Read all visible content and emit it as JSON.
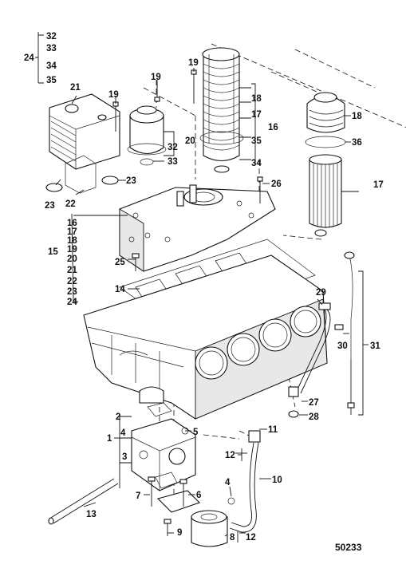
{
  "diagram": {
    "reference_number": "50233",
    "callouts": [
      {
        "id": "c24",
        "text": "24"
      },
      {
        "id": "c32a",
        "text": "32"
      },
      {
        "id": "c33a",
        "text": "33"
      },
      {
        "id": "c34a",
        "text": "34"
      },
      {
        "id": "c35a",
        "text": "35"
      },
      {
        "id": "c21",
        "text": "21"
      },
      {
        "id": "c19a",
        "text": "19"
      },
      {
        "id": "c19b",
        "text": "19"
      },
      {
        "id": "c19c",
        "text": "19"
      },
      {
        "id": "c18a",
        "text": "18"
      },
      {
        "id": "c17a",
        "text": "17"
      },
      {
        "id": "c16a",
        "text": "16"
      },
      {
        "id": "c35b",
        "text": "35"
      },
      {
        "id": "c34b",
        "text": "34"
      },
      {
        "id": "c18b",
        "text": "18"
      },
      {
        "id": "c36",
        "text": "36"
      },
      {
        "id": "c17b",
        "text": "17"
      },
      {
        "id": "c20",
        "text": "20"
      },
      {
        "id": "c32b",
        "text": "32"
      },
      {
        "id": "c33b",
        "text": "33"
      },
      {
        "id": "c23a",
        "text": "23"
      },
      {
        "id": "c23b",
        "text": "23"
      },
      {
        "id": "c22",
        "text": "22"
      },
      {
        "id": "c26",
        "text": "26"
      },
      {
        "id": "c15",
        "text": "15"
      },
      {
        "id": "l16",
        "text": "16"
      },
      {
        "id": "l17",
        "text": "17"
      },
      {
        "id": "l18",
        "text": "18"
      },
      {
        "id": "l19",
        "text": "19"
      },
      {
        "id": "l20",
        "text": "20"
      },
      {
        "id": "l21",
        "text": "21"
      },
      {
        "id": "l22",
        "text": "22"
      },
      {
        "id": "l23",
        "text": "23"
      },
      {
        "id": "l24",
        "text": "24"
      },
      {
        "id": "c25",
        "text": "25"
      },
      {
        "id": "c14",
        "text": "14"
      },
      {
        "id": "c29",
        "text": "29"
      },
      {
        "id": "c30",
        "text": "30"
      },
      {
        "id": "c31",
        "text": "31"
      },
      {
        "id": "c27",
        "text": "27"
      },
      {
        "id": "c28",
        "text": "28"
      },
      {
        "id": "c1",
        "text": "1"
      },
      {
        "id": "c2",
        "text": "2"
      },
      {
        "id": "c4a",
        "text": "4"
      },
      {
        "id": "c5",
        "text": "5"
      },
      {
        "id": "c3",
        "text": "3"
      },
      {
        "id": "c11",
        "text": "11"
      },
      {
        "id": "c12a",
        "text": "12"
      },
      {
        "id": "c10",
        "text": "10"
      },
      {
        "id": "c4b",
        "text": "4"
      },
      {
        "id": "c7",
        "text": "7"
      },
      {
        "id": "c6",
        "text": "6"
      },
      {
        "id": "c13",
        "text": "13"
      },
      {
        "id": "c9",
        "text": "9"
      },
      {
        "id": "c8",
        "text": "8"
      },
      {
        "id": "c12b",
        "text": "12"
      }
    ]
  }
}
